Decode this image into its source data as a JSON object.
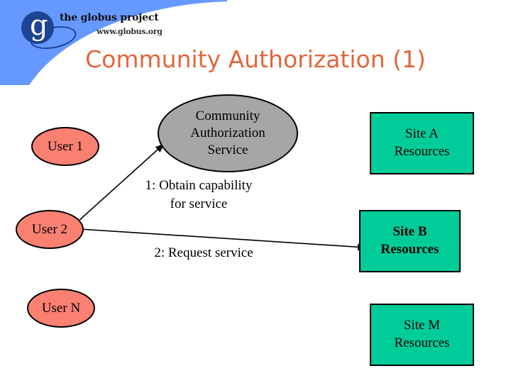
{
  "slide": {
    "title": "Community Authorization (1)",
    "background_color": "#ffffff",
    "title_color": "#e2663c",
    "accent_blue": "#6699ff"
  },
  "logo": {
    "name": "globus-project-logo",
    "mark_letter": "g",
    "line1": "the globus project",
    "line2": "www.globus.org",
    "disc_color": "#1f4494"
  },
  "diagram": {
    "nodes": [
      {
        "id": "user-1",
        "label": "User 1",
        "shape": "ellipse",
        "color": "#fa8072"
      },
      {
        "id": "user-2",
        "label": "User 2",
        "shape": "ellipse",
        "color": "#fa8072"
      },
      {
        "id": "user-n",
        "label": "User N",
        "shape": "ellipse",
        "color": "#fa8072"
      },
      {
        "id": "cas",
        "label": "Community\nAuthorization\nService",
        "shape": "ellipse",
        "color": "#a6a6a6"
      },
      {
        "id": "site-a",
        "label": "Site A\nResources",
        "shape": "rect",
        "color": "#00cc99"
      },
      {
        "id": "site-b",
        "label": "Site B\nResources",
        "shape": "rect",
        "color": "#00cc99"
      },
      {
        "id": "site-m",
        "label": "Site M\nResources",
        "shape": "rect",
        "color": "#00cc99"
      }
    ],
    "edges": [
      {
        "id": "edge-1",
        "from": "user-2",
        "to": "cas",
        "label": "1: Obtain capability\nfor service",
        "arrowheads": "both"
      },
      {
        "id": "edge-2",
        "from": "user-2",
        "to": "site-b",
        "label": "2: Request service",
        "arrowheads": "both"
      }
    ],
    "edge_label_1": "1: Obtain capability\nfor service",
    "edge_label_2": "2: Request service"
  }
}
